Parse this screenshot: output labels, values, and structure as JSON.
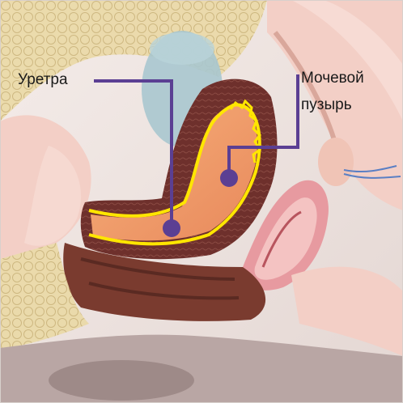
{
  "labels": {
    "urethra": "Уретра",
    "bladder_line1": "Мочевой",
    "bladder_line2": "пузырь"
  },
  "colors": {
    "callout": "#5b3f93",
    "highlight_outline": "#ffe600",
    "muscle": "#6b2e2a",
    "mucosa": "#e89a6c",
    "fat": "#e7d49a",
    "skin": "#f3cfc6",
    "background": "#efe6e2"
  }
}
